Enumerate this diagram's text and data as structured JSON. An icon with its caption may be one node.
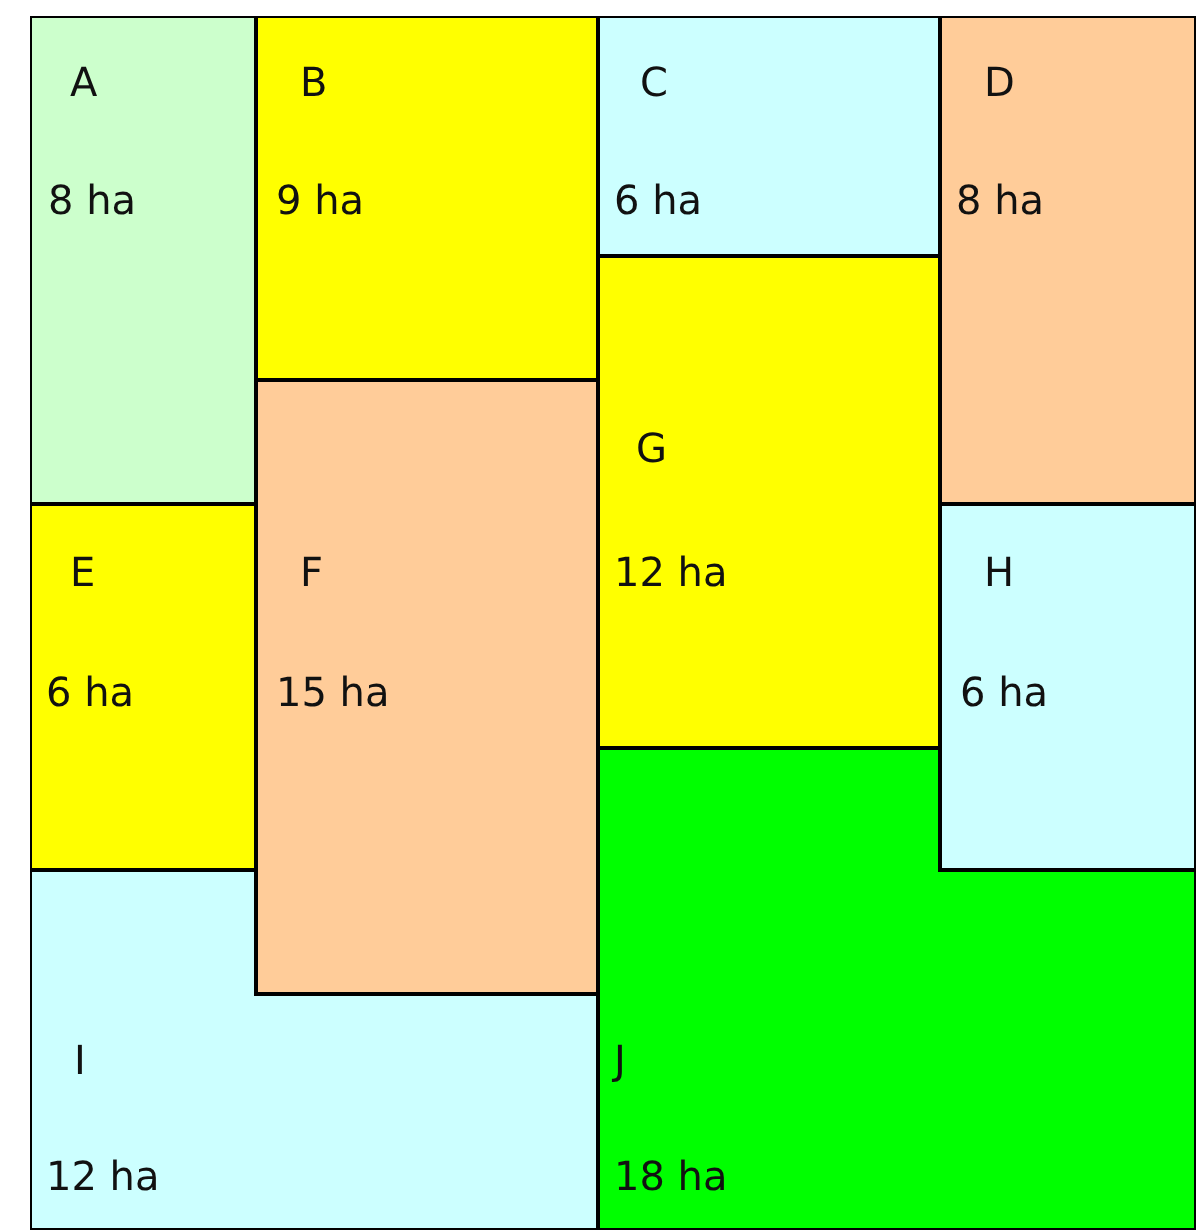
{
  "diagram": {
    "nodes": [
      {
        "text": [
          "A",
          "8 ha"
        ]
      },
      {
        "text": [
          "B",
          "9 ha"
        ]
      },
      {
        "text": [
          "C",
          "6 ha"
        ]
      },
      {
        "text": [
          "D",
          "8 ha"
        ]
      },
      {
        "text": [
          "E",
          "6 ha"
        ]
      },
      {
        "text": [
          "F",
          "15 ha"
        ]
      },
      {
        "text": [
          "G",
          "12 ha"
        ]
      },
      {
        "text": [
          "H",
          "6 ha"
        ]
      },
      {
        "text": [
          "I",
          "12 ha"
        ]
      },
      {
        "text": [
          "J",
          "18 ha"
        ]
      }
    ]
  }
}
